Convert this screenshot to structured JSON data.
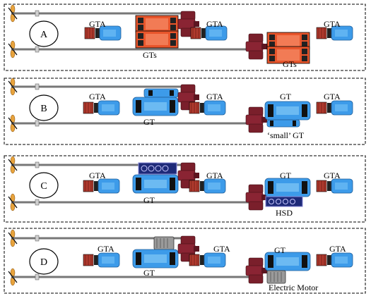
{
  "panels": [
    {
      "id": "A",
      "labels": {
        "gta_top_1": "GTA",
        "gta_top_2": "GTA",
        "gta_top_3": "GTA",
        "gts_top": "GTs",
        "gts_bottom": "GTs"
      }
    },
    {
      "id": "B",
      "labels": {
        "gta_1": "GTA",
        "gta_2": "GTA",
        "gta_3": "GTA",
        "gt_top": "GT",
        "gt_bottom": "GT",
        "small_gt": "‘small’ GT"
      }
    },
    {
      "id": "C",
      "labels": {
        "gta_1": "GTA",
        "gta_2": "GTA",
        "gta_3": "GTA",
        "gt_top": "GT",
        "gt_bottom": "GT",
        "hsd": "HSD"
      }
    },
    {
      "id": "D",
      "labels": {
        "gta_1": "GTA",
        "gta_2": "GTA",
        "gta_3": "GTA",
        "gt_top": "GT",
        "gt_bottom": "GT",
        "electric_motor": "Electric Motor"
      }
    }
  ],
  "colors": {
    "gta_blue": "#3d9be9",
    "generator_red": "#c0392b",
    "gt_orange": "#e8552b",
    "gearbox_maroon": "#7a1f2b",
    "propeller": "#e8a33c",
    "motor_grey": "#9a9a9a"
  }
}
